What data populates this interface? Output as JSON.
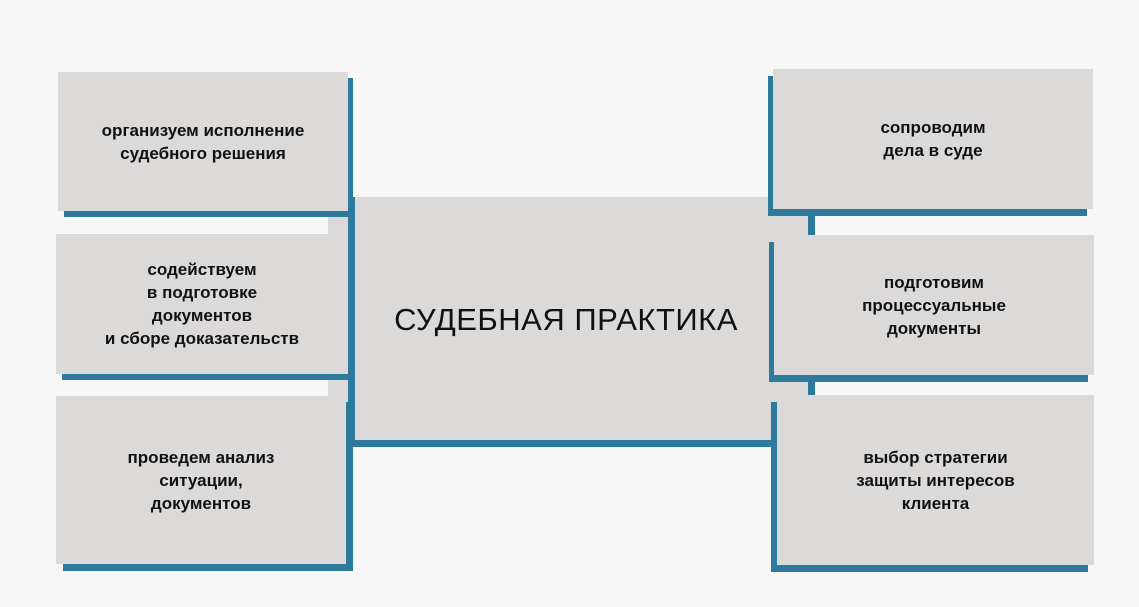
{
  "center": {
    "title": "СУДЕБНАЯ ПРАКТИКА"
  },
  "left_items": [
    {
      "label": "организуем исполнение\nсудебного решения"
    },
    {
      "label": "содействуем\nв подготовке\nдокументов\nи сборе доказательств"
    },
    {
      "label": "проведем анализ\nситуации,\nдокументов"
    }
  ],
  "right_items": [
    {
      "label": "сопроводим\nдела в суде"
    },
    {
      "label": "подготовим\nпроцессуальные\nдокументы"
    },
    {
      "label": "выбор стратегии\nзащиты интересов\nклиента"
    }
  ],
  "colors": {
    "accent": "#2e7a9c",
    "box_fill": "#dcd9d9",
    "background": "#f7f7f7"
  }
}
